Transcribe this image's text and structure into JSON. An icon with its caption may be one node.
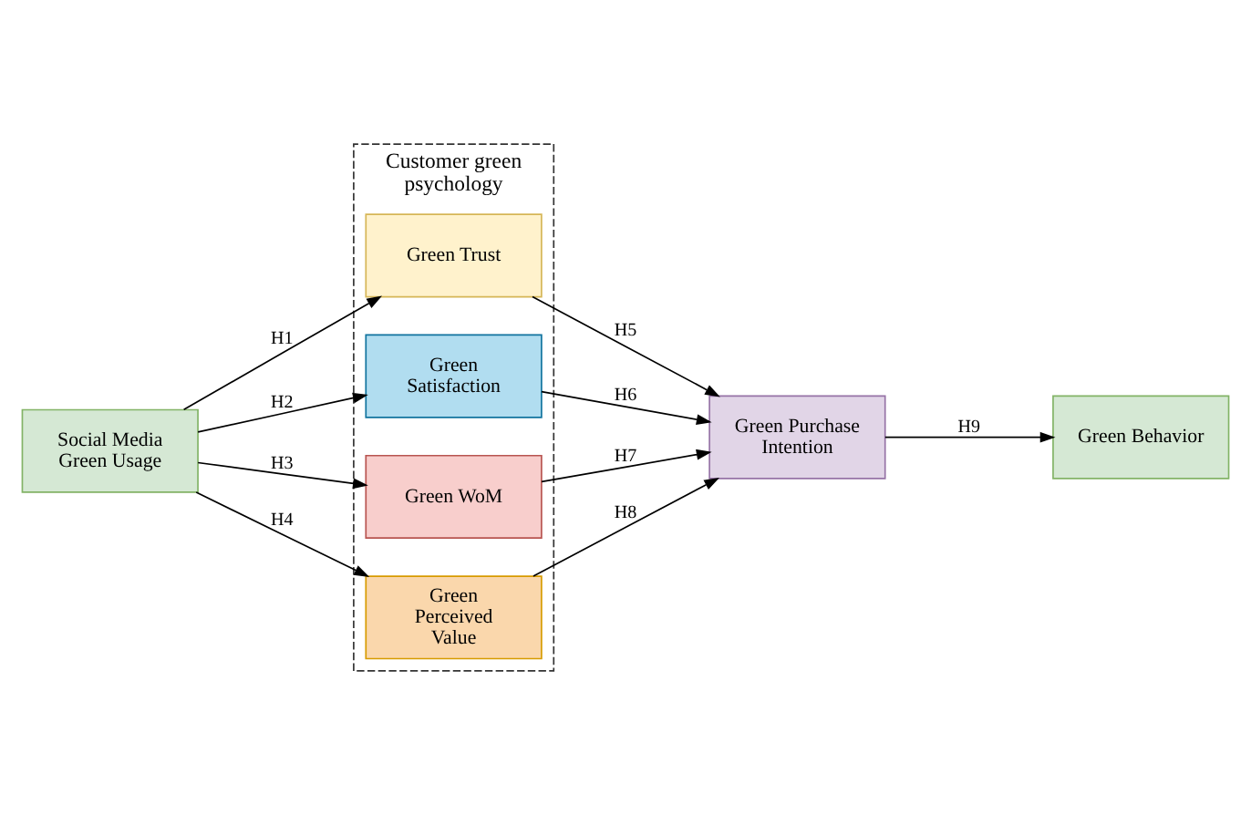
{
  "diagram": {
    "nodes": [
      {
        "text": [
          "Social Media Green Usage"
        ]
      },
      {
        "text": [
          "Customer green psychology"
        ]
      },
      {
        "text": [
          "Green Trust"
        ],
        "in": 1
      },
      {
        "text": [
          "Green Satisfaction"
        ],
        "in": 1
      },
      {
        "text": [
          "Green WoM"
        ],
        "in": 1
      },
      {
        "text": [
          "Green Perceived Value"
        ],
        "in": 1
      },
      {
        "text": [
          "Green Purchase Intention"
        ]
      },
      {
        "text": [
          "Green Behavior"
        ]
      }
    ],
    "edges": [
      {
        "from": 0,
        "to": 2,
        "arrow": "to",
        "label": "H1"
      },
      {
        "from": 0,
        "to": 3,
        "arrow": "to",
        "label": "H2"
      },
      {
        "from": 0,
        "to": 4,
        "arrow": "to",
        "label": "H3"
      },
      {
        "from": 0,
        "to": 5,
        "arrow": "to",
        "label": "H4"
      },
      {
        "from": 2,
        "to": 6,
        "arrow": "to",
        "label": "H5"
      },
      {
        "from": 3,
        "to": 6,
        "arrow": "to",
        "label": "H6"
      },
      {
        "from": 4,
        "to": 6,
        "arrow": "to",
        "label": "H7"
      },
      {
        "from": 5,
        "to": 6,
        "arrow": "to",
        "label": "H8"
      },
      {
        "from": 6,
        "to": 7,
        "arrow": "to",
        "label": "H9"
      }
    ]
  }
}
